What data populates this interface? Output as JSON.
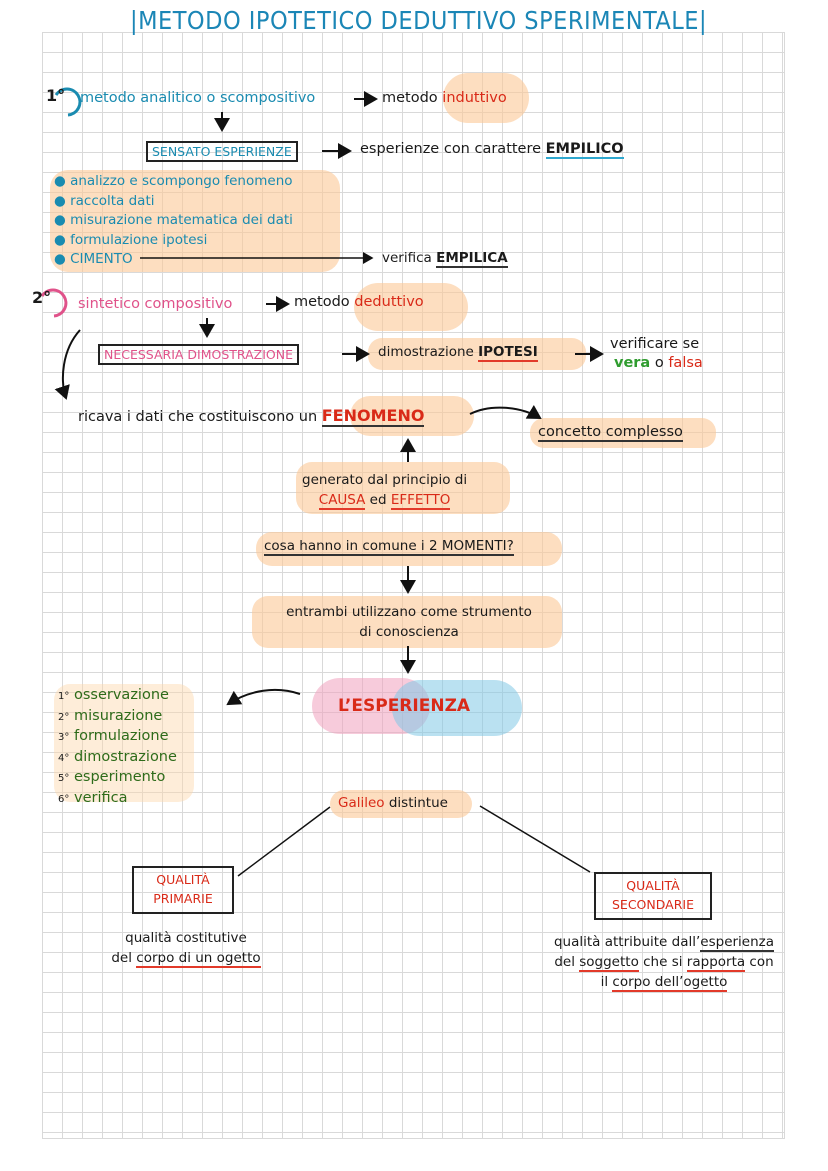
{
  "title": "|METODO IPOTETICO DEDUTTIVO SPERIMENTALE|",
  "colors": {
    "teal": "#1a8bb0",
    "pink": "#e0528a",
    "red": "#d92a18",
    "green": "#2f9c2f",
    "highlight": "#fcd7aa",
    "grid": "#d9d9d9"
  },
  "section1": {
    "num": "1°",
    "left_label": "metodo analitico o scompositivo",
    "right_prefix": "metodo ",
    "right_keyword": "induttivo",
    "box": "SENSATO ESPERIENZE",
    "box_desc_prefix": "esperienze con carattere ",
    "box_desc_keyword": "EMPILICO",
    "bullets": [
      "analizzo e scompongo fenomeno",
      "raccolta dati",
      "misurazione matematica dei dati",
      "formulazione ipotesi",
      "CIMENTO"
    ],
    "verify_prefix": "verifica ",
    "verify_keyword": "EMPILICA"
  },
  "section2": {
    "num": "2°",
    "left_label": "sintetico compositivo",
    "right_prefix": "metodo ",
    "right_keyword": "deduttivo",
    "box": "NECESSARIA DIMOSTRAZIONE",
    "box_desc_prefix": "dimostrazione ",
    "box_desc_keyword": "IPOTESI",
    "verify_line1": "verificare se",
    "verify_true": "vera",
    "verify_or": " o ",
    "verify_false": "falsa"
  },
  "phenomenon": {
    "prefix": "ricava i dati che costituiscono un ",
    "keyword": "FENOMENO",
    "concept": "concetto complesso",
    "gen_line1": "generato dal principio di",
    "gen_cause": "CAUSA",
    "gen_and": " ed ",
    "gen_effect": "EFFETTO"
  },
  "common": {
    "question": "cosa hanno in comune i 2 MOMENTI?",
    "answer_line1": "entrambi utilizzano come strumento",
    "answer_line2": "di conoscienza",
    "experience": "L’ESPERIENZA"
  },
  "steps": [
    {
      "n": "1°",
      "label": "osservazione"
    },
    {
      "n": "2°",
      "label": "misurazione"
    },
    {
      "n": "3°",
      "label": "formulazione"
    },
    {
      "n": "4°",
      "label": "dimostrazione"
    },
    {
      "n": "5°",
      "label": "esperimento"
    },
    {
      "n": "6°",
      "label": "verifica"
    }
  ],
  "galileo": {
    "name": "Galileo",
    "verb": " distintue",
    "primary_box_l1": "QUALITÀ",
    "primary_box_l2": "PRIMARIE",
    "primary_desc_l1": "qualità costitutive",
    "primary_desc_l2_prefix": "del ",
    "primary_desc_l2_keyword": "corpo di un ogetto",
    "secondary_box_l1": "QUALITÀ",
    "secondary_box_l2": "SECONDARIE",
    "secondary_desc_l1_prefix": "qualità attribuite dall’",
    "secondary_desc_l1_keyword": "esperienza",
    "secondary_desc_l2_prefix": "del ",
    "secondary_desc_l2_keyword": "soggetto",
    "secondary_desc_l2_mid": " che si ",
    "secondary_desc_l2_keyword2": "rapporta",
    "secondary_desc_l2_suffix": " con",
    "secondary_desc_l3_prefix": "il ",
    "secondary_desc_l3_keyword": "corpo dell’ogetto"
  }
}
